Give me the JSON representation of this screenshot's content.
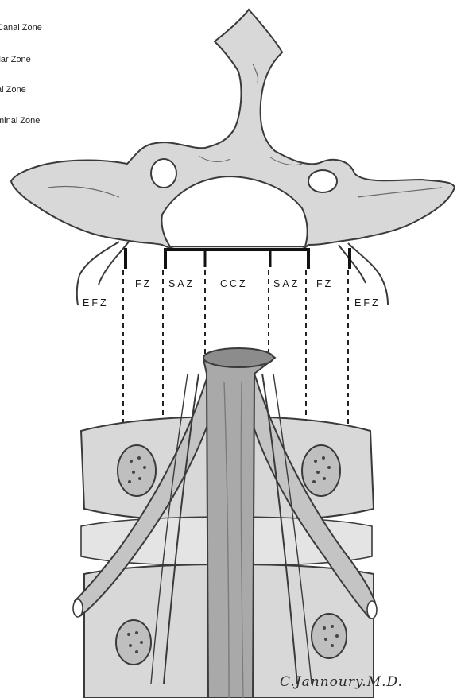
{
  "legend": {
    "items": [
      "Canal Zone",
      "ilar Zone",
      "al Zone",
      "minal Zone"
    ]
  },
  "zone_labels": {
    "efz_left": "EFZ",
    "fz_left": "FZ",
    "saz_left": "SAZ",
    "ccz": "CCZ",
    "saz_right": "SAZ",
    "fz_right": "FZ",
    "efz_right": "EFZ"
  },
  "signature": "C.Jannoury.M.D.",
  "colors": {
    "bone_fill": "#d8d8d8",
    "bone_stroke": "#3a3a3a",
    "nerve_fill": "#bdbdbd",
    "cord_fill": "#a9a9a9",
    "zone_marker": "#111111"
  }
}
